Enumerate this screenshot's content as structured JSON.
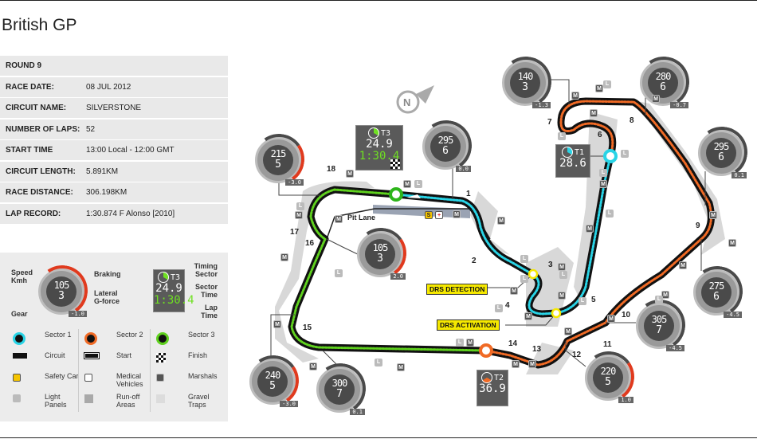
{
  "title": "British GP",
  "info": [
    {
      "label": "ROUND 9",
      "value": ""
    },
    {
      "label": "RACE DATE:",
      "value": "08 JUL 2012"
    },
    {
      "label": "CIRCUIT NAME:",
      "value": "SILVERSTONE"
    },
    {
      "label": "NUMBER OF LAPS:",
      "value": "52"
    },
    {
      "label": "START TIME",
      "value": "13:00 Local - 12:00 GMT"
    },
    {
      "label": "CIRCUIT LENGTH:",
      "value": "5.891KM"
    },
    {
      "label": "RACE DISTANCE:",
      "value": "306.198KM"
    },
    {
      "label": "LAP RECORD:",
      "value": "1:30.874 F Alonso [2010]"
    }
  ],
  "legend": {
    "gauge": {
      "speed": "105",
      "gear": "3",
      "g": "-1.0"
    },
    "speed_label": "Speed Kmh",
    "braking_label": "Braking",
    "lateral_label": "Lateral G-force",
    "gear_label": "Gear",
    "timing": {
      "sector": "T3",
      "sector_time": "24.9",
      "lap_time": "1:30.4"
    },
    "timing_sector_label": "Timing Sector",
    "sector_time_label": "Sector Time",
    "lap_time_label": "Lap Time",
    "items": [
      {
        "label": "Sector 1",
        "icon": "sector1-icon"
      },
      {
        "label": "Sector 2",
        "icon": "sector2-icon"
      },
      {
        "label": "Sector 3",
        "icon": "sector3-icon"
      },
      {
        "label": "Circuit",
        "icon": "circuit-icon"
      },
      {
        "label": "Start",
        "icon": "start-arrow-icon"
      },
      {
        "label": "Finish",
        "icon": "checkered-flag-icon"
      },
      {
        "label": "Safety Car",
        "icon": "safety-car-icon"
      },
      {
        "label": "Medical Vehicles",
        "icon": "medical-icon"
      },
      {
        "label": "Marshals",
        "icon": "marshal-icon"
      },
      {
        "label": "Light Panels",
        "icon": "light-panel-icon"
      },
      {
        "label": "Run-off Areas",
        "icon": "runoff-icon"
      },
      {
        "label": "Gravel Traps",
        "icon": "gravel-icon"
      }
    ]
  },
  "colors": {
    "sector1": "#29d4e6",
    "sector2": "#f06a25",
    "sector3": "#5fd11e",
    "drs": "#f5e800"
  },
  "gauges": [
    {
      "speed": "215",
      "gear": "5",
      "g": "-3.0"
    },
    {
      "speed": "295",
      "gear": "6",
      "g": "0.0"
    },
    {
      "speed": "140",
      "gear": "3",
      "g": "-1.3"
    },
    {
      "speed": "280",
      "gear": "6",
      "g": "-0.7"
    },
    {
      "speed": "295",
      "gear": "6",
      "g": "0.1"
    },
    {
      "speed": "105",
      "gear": "3",
      "g": "2.0"
    },
    {
      "speed": "275",
      "gear": "6",
      "g": "-4.5"
    },
    {
      "speed": "240",
      "gear": "5",
      "g": "-3.0"
    },
    {
      "speed": "300",
      "gear": "7",
      "g": "0.1"
    },
    {
      "speed": "305",
      "gear": "7",
      "g": "-4.5"
    },
    {
      "speed": "220",
      "gear": "5",
      "g": "1.0"
    }
  ],
  "timing_boxes": [
    {
      "sector": "T3",
      "sector_time": "24.9",
      "lap_time": "1:30.4"
    },
    {
      "sector": "T1",
      "sector_time": "28.6"
    },
    {
      "sector": "T2",
      "sector_time": "36.9"
    }
  ],
  "turns": [
    "1",
    "2",
    "3",
    "4",
    "5",
    "6",
    "7",
    "8",
    "9",
    "10",
    "11",
    "12",
    "13",
    "14",
    "15",
    "16",
    "17",
    "18"
  ],
  "drs_detection": "DRS DETECTION",
  "drs_activation": "DRS ACTIVATION",
  "pit_lane": "Pit Lane",
  "compass": "N",
  "marker_m": "M",
  "marker_l": "L",
  "safety_s": "S",
  "medical_plus": "+"
}
